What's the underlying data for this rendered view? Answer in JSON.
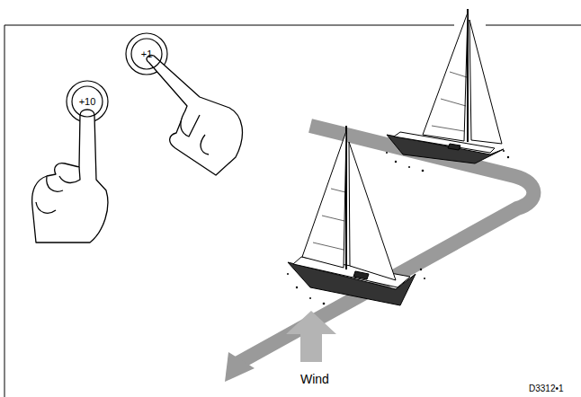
{
  "diagram": {
    "nodes": [
      {
        "text": [
          "+1"
        ]
      },
      {
        "text": [
          "+10"
        ]
      }
    ],
    "labels": [
      "Wind",
      "D3312•1"
    ]
  }
}
